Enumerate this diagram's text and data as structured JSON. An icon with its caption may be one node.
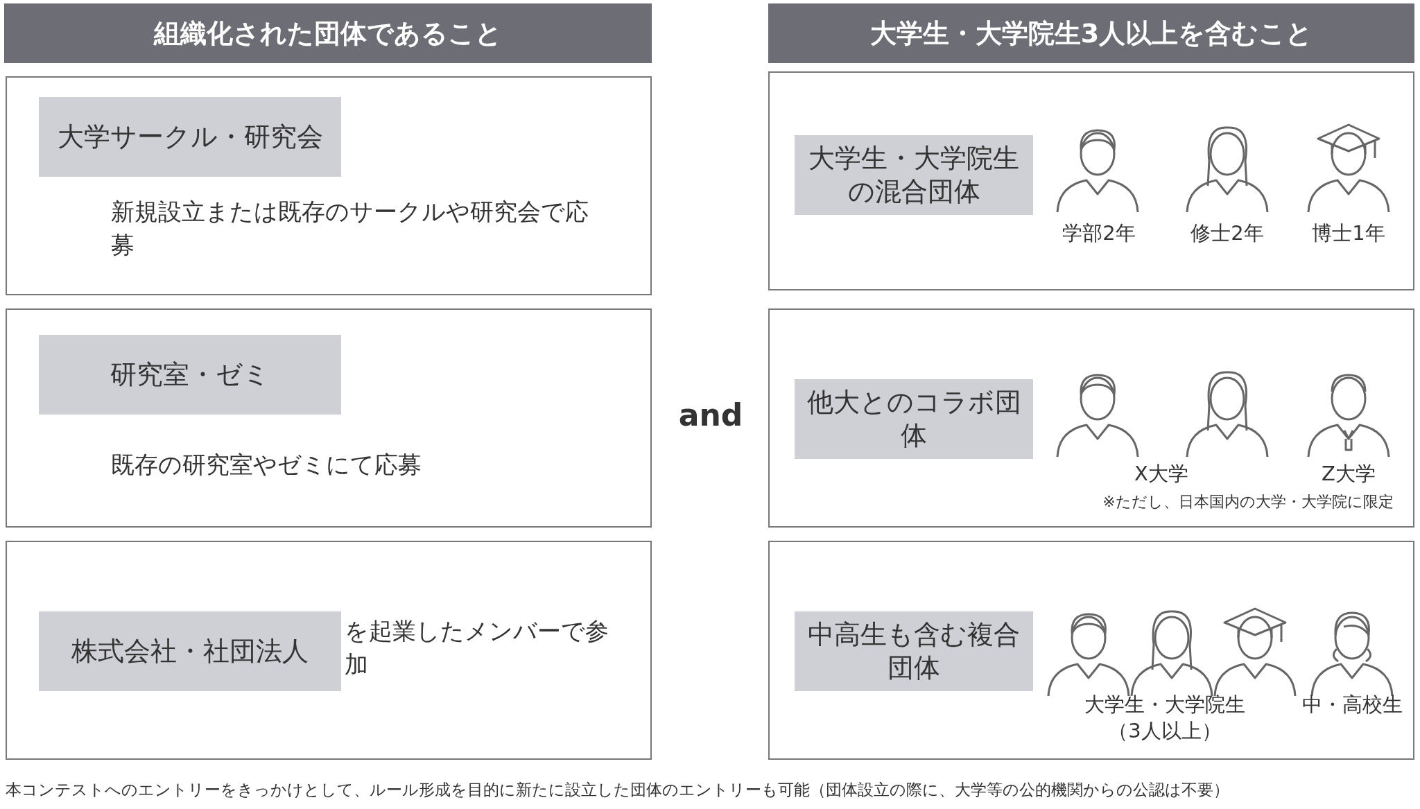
{
  "diagram": {
    "caption": "本コンテストへのエントリーをきっかけとして、ルール形成を目的に新たに設立した団体のエントリーも可能（団体設立の際に、大学等の公的機関からの公認は不要）",
    "nodes": [
      {
        "text": [
          "組織化された団体であること"
        ]
      },
      {
        "text": [
          "新規設立または既存のサークルや研究会で応募"
        ]
      },
      {
        "text": [
          "大学サークル・研究会"
        ],
        "in": 1
      },
      {
        "text": [
          "既存の研究室やゼミにて応募"
        ]
      },
      {
        "text": [
          "研究室・ゼミ"
        ],
        "in": 3
      },
      {
        "text": [
          "を起業したメンバーで参加"
        ]
      },
      {
        "text": [
          "株式会社・社団法人"
        ],
        "in": 5
      },
      {
        "text": [
          "大学生・大学院生3人以上を含むこと"
        ]
      },
      {
        "text": [],
        "shape": "box"
      },
      {
        "text": [
          "大学生・大学院生の混合団体"
        ],
        "in": 8
      },
      {
        "text": [],
        "shape": "box"
      },
      {
        "text": [
          "他大とのコラボ団体"
        ],
        "in": 10
      },
      {
        "text": [],
        "shape": "box"
      },
      {
        "text": [
          "中高生も含む複合団体"
        ],
        "in": 12
      }
    ],
    "edges": [],
    "labels": [
      "学部2年",
      "修士2年",
      "博士1年",
      "and",
      "X大学",
      "Z大学",
      "※ただし、日本国内の大学・大学院に限定",
      "大学生・大学院生（3人以上）",
      "中・高校生"
    ]
  }
}
